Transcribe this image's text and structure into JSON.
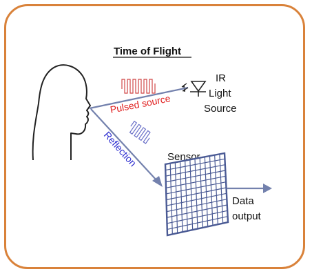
{
  "title": "Time of Flight",
  "labels": {
    "ir_line1": "IR",
    "ir_line2": "Light",
    "ir_line3": "Source",
    "pulsed": "Pulsed source",
    "reflection": "Reflection",
    "sensor": "Sensor",
    "data_line1": "Data",
    "data_line2": "output"
  },
  "colors": {
    "frame": "#d9823a",
    "pulse": "#d04646",
    "reflection_wave": "#6a70c8",
    "arrow": "#7381ad",
    "pulsed_text": "#e02020",
    "reflection_text": "#2a2acf",
    "sensor_grid": "#4a5a94"
  }
}
